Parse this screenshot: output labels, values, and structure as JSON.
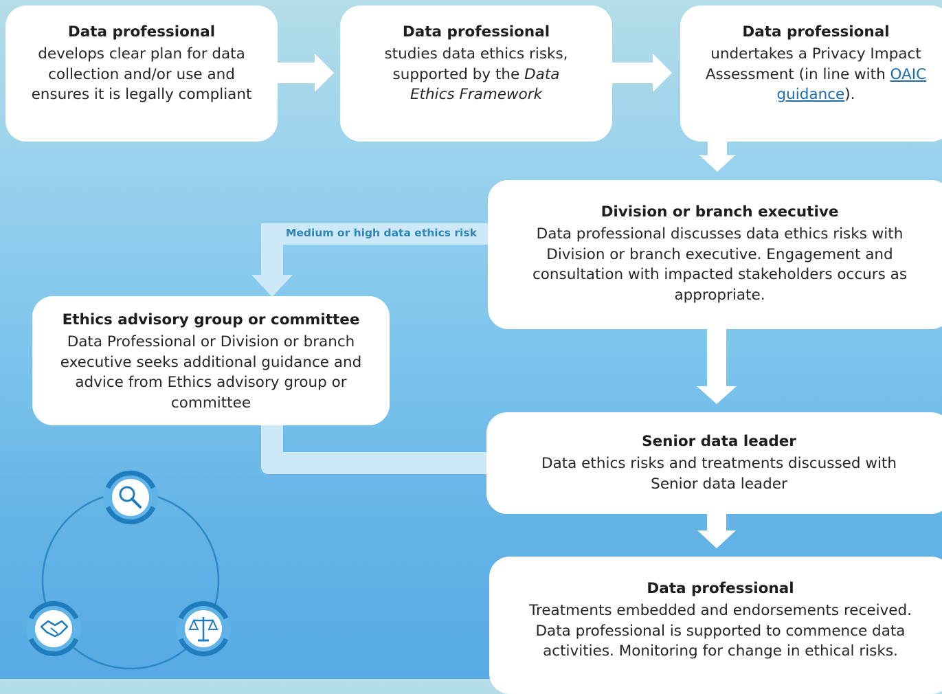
{
  "nodes": {
    "box1": {
      "title": "Data professional",
      "body": "develops clear plan for data collection and/or use and ensures it is legally compliant"
    },
    "box2": {
      "title": "Data professional",
      "body_prefix": "studies data ethics risks, supported by the ",
      "body_italic": "Data Ethics Framework"
    },
    "box3": {
      "title": "Data professional",
      "body_prefix": "undertakes a Privacy Impact Assessment (in line with ",
      "body_link": "OAIC guidance",
      "body_suffix": ")."
    },
    "box4": {
      "title": "Division or branch executive",
      "body": "Data professional discusses data ethics risks with Division or branch executive. Engagement and consultation with impacted stakeholders occurs as appropriate."
    },
    "box5": {
      "title": "Ethics advisory group or committee",
      "body": "Data Professional or Division or branch executive seeks additional guidance and advice from Ethics advisory group or committee"
    },
    "box6": {
      "title": "Senior data leader",
      "body": "Data ethics risks and treatments discussed with Senior data leader"
    },
    "box7": {
      "title": "Data professional",
      "body": "Treatments embedded and endorsements received. Data professional is supported to commence data activities. Monitoring for change in ethical risks."
    }
  },
  "edge_labels": {
    "risk_branch": "Medium or high data ethics risk"
  },
  "colors": {
    "arrow": "#ffffff",
    "branch_path": "#cde9f7",
    "label_text": "#2e86b6",
    "icon_blue": "#1f7cbd",
    "icon_light": "#4aa6dd",
    "link": "#1b6cb2"
  },
  "icons": [
    "magnifier-icon",
    "handshake-icon",
    "scales-icon"
  ]
}
